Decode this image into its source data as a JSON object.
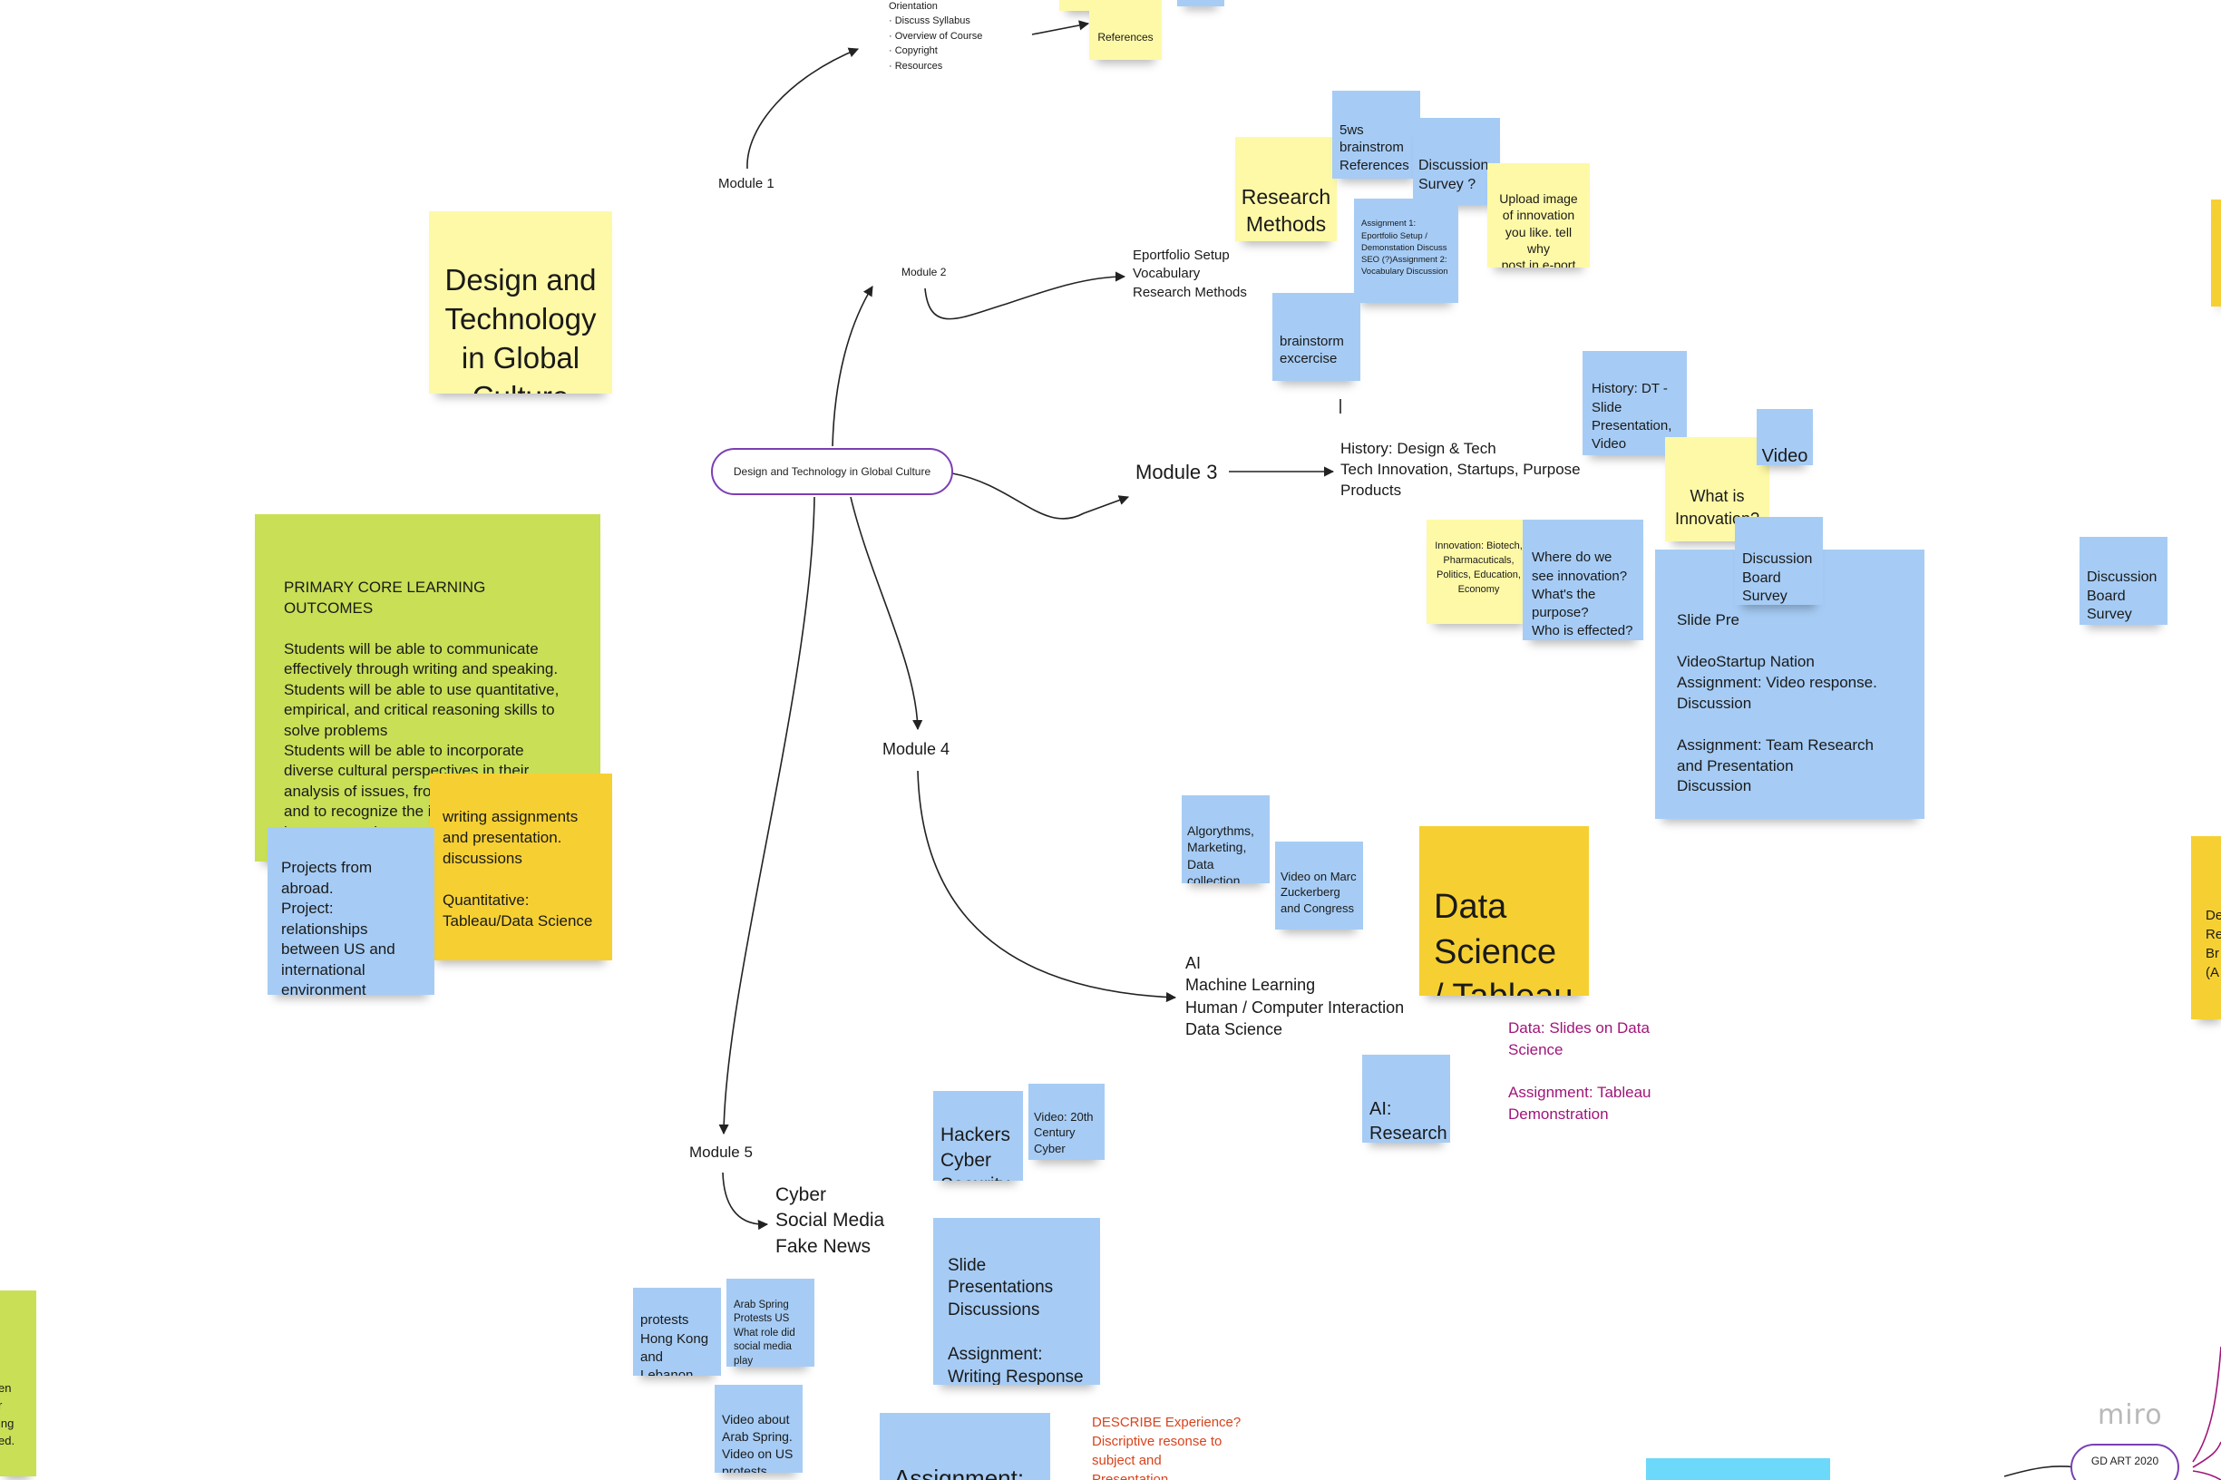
{
  "board": {
    "logo": "miro",
    "center_node": "Design and Technology in Global Culture",
    "right_node": "GD ART 2020"
  },
  "modules": {
    "m1": "Module 1",
    "m2": "Module 2",
    "m3": "Module 3",
    "m4": "Module 4",
    "m5": "Module 5"
  },
  "topics": {
    "m1_partial": "Introduction and\nOrientation\n· Discuss Syllabus\n· Overview of Course\n·  Copyright\n·  Resources",
    "m2": "Eportfolio Setup\nVocabulary\nResearch Methods",
    "m3": "History: Design & Tech\nTech Innovation, Startups, Purpose\nProducts",
    "m4": "AI\nMachine Learning\nHuman / Computer Interaction\nData Science",
    "m5": "Cyber\nSocial Media\nFake News"
  },
  "stickies": {
    "title": "Design and Technology in Global Culture",
    "outcomes": "PRIMARY CORE LEARNING OUTCOMES\n\nStudents will be able to communicate effectively through writing and speaking.\nStudents will be able to use quantitative, empirical, and critical reasoning skills to solve problems\nStudents will be able to incorporate diverse cultural perspectives in their analysis of issues, from local to global, and to recognize the interconnectivity of human experience.",
    "writing": "writing assignments and presentation. discussions\n\nQuantitative: Tableau/Data Science",
    "projects": "Projects from abroad.\nProject: relationships between US and international environment",
    "references": "References",
    "research_methods": "Research Methods",
    "ws_brainstorm": "5ws brainstrom References",
    "discussion_survey_q": "Discussion Survey ?",
    "upload_image": "Upload image of innovation you like. tell why\npost in e-port",
    "assignments_small": "Assignment 1: Eportfolio Setup / Demonstation Discuss SEO (?)Assignment 2: Vocabulary Discussion",
    "brainstorm_excercise": "brainstorm excercise",
    "history_dt": "History: DT - Slide Presentation, Video",
    "video": "Video",
    "what_is_innovation": "What is Innovation?",
    "innovation_fields": "Innovation: Biotech, Pharmacuticals, Politics, Education, Economy",
    "where_innovation": "Where do we see innovation? What's the purpose?\nWho is effected?",
    "discussion_board_survey": "Discussion Board Survey",
    "slide_big": "Slide Pre\n\nVideoStartup Nation\nAssignment: Video response.\nDiscussion\n\nAssignment: Team Research and Presentation\nDiscussion",
    "discussion_board_survey_right": "Discussion Board Survey",
    "algorythms": "Algorythms, Marketing, Data collection",
    "video_marc": "Video on Marc Zuckerberg and Congress",
    "data_science": "Data Science / Tableau",
    "ai_research": "AI:\nResearch",
    "hackers": "Hackers Cyber Security",
    "video_20th": "Video: 20th Century Cyber",
    "slide_presentations": "Slide Presentations Discussions\n\nAssignment:\nWriting Response",
    "protests": "protests Hong Kong and Lebanon",
    "arab_spring": "Arab Spring Protests US What role did social media play",
    "video_arab": "Video about Arab Spring. Video on US protests",
    "assignment_bottom": "Assignment:",
    "left_green_partial": "en\nr\ning\ned.",
    "right_orange_partial": "De\nRe\nBr\n(A"
  },
  "notes": {
    "data_slides": "Data: Slides on Data Science\n\nAssignment: Tableau Demonstration",
    "describe": "DESCRIBE Experience?\nDiscriptive resonse to subject and\nPresentation"
  }
}
